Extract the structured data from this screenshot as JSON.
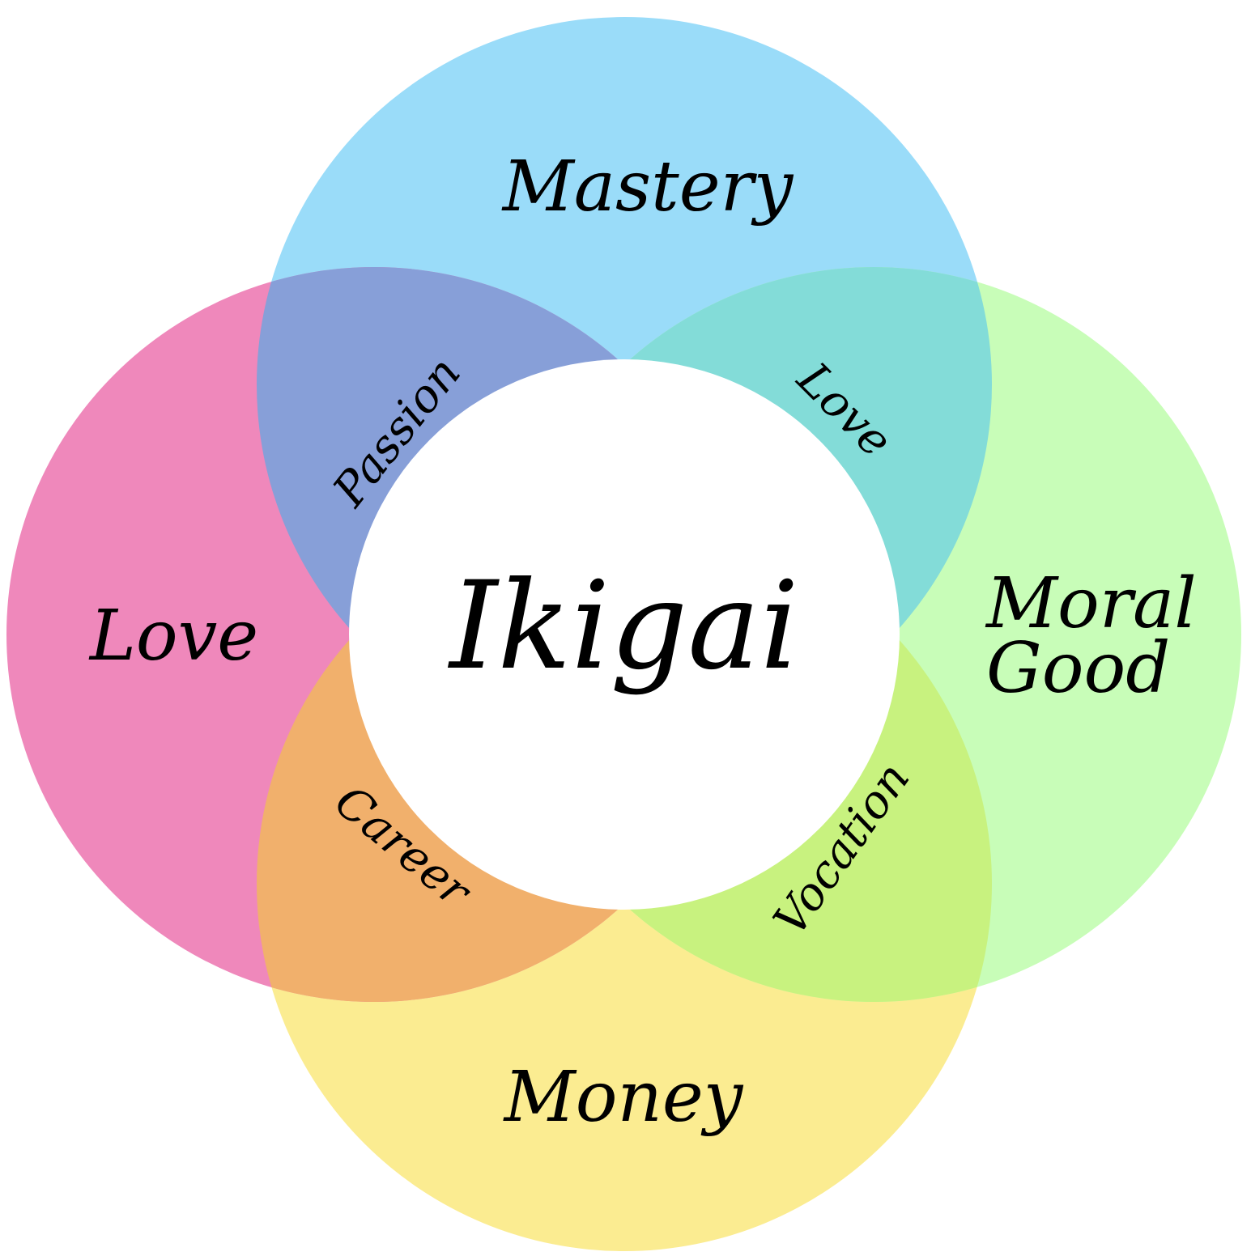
{
  "title": "Ikigai",
  "circles": {
    "top": {
      "label": "Mastery",
      "color": "#9adcf9"
    },
    "left": {
      "label": "Love",
      "color": "#ef88bb"
    },
    "right": {
      "label_line1": "Moral",
      "label_line2": "Good",
      "color": "#c8fdb8"
    },
    "bottom": {
      "label": "Money",
      "color": "#fbec91"
    }
  },
  "overlaps": {
    "top_left": {
      "label": "Passion",
      "color": "#879fd8"
    },
    "top_right": {
      "label": "Love",
      "color": "#83dcd8"
    },
    "bottom_left": {
      "label": "Career",
      "color": "#f1b06c"
    },
    "bottom_right": {
      "label": "Vocation",
      "color": "#c8f27f"
    }
  },
  "center_color": "#ffffff"
}
